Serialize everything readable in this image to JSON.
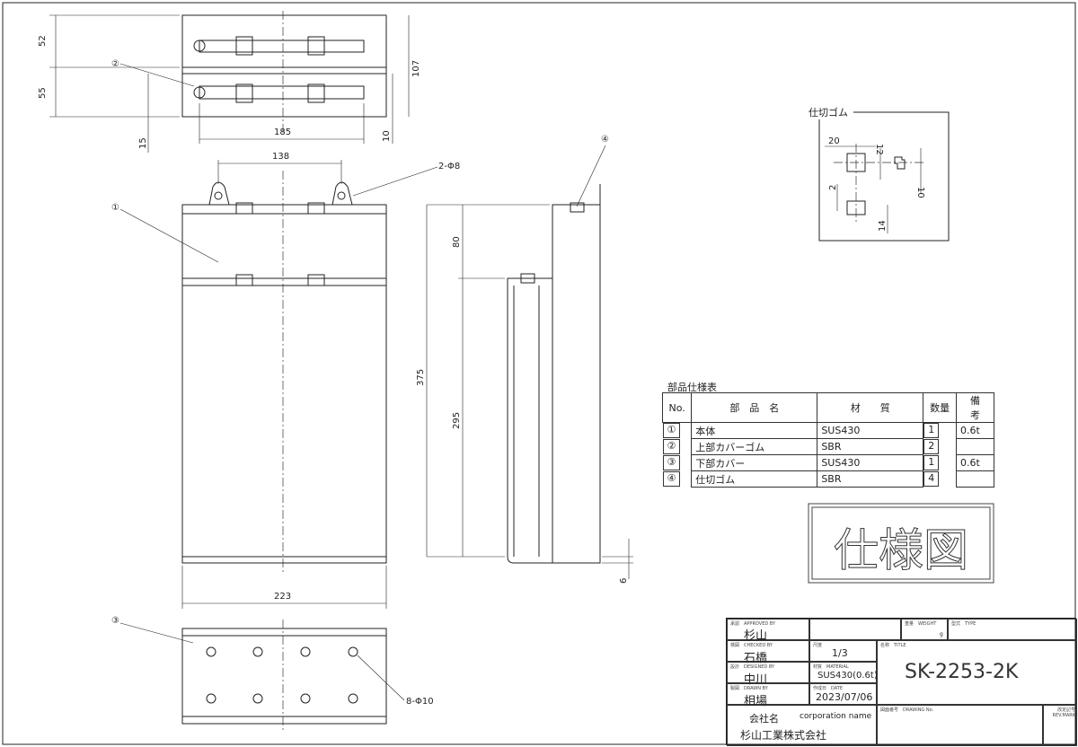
{
  "views": {
    "top": {
      "dims": {
        "d52": "52",
        "d55": "55",
        "d107": "107",
        "d15": "15",
        "d185": "185",
        "d10": "10"
      },
      "callout": "②"
    },
    "front": {
      "dims": {
        "d138": "138",
        "hole": "2-Φ8",
        "d223": "223"
      },
      "callout": "①"
    },
    "side": {
      "dims": {
        "d80": "80",
        "d375": "375",
        "d295": "295",
        "d6": "6"
      },
      "callout": "④"
    },
    "bottom": {
      "dims": {
        "holes": "8-Φ10"
      },
      "callout": "③"
    },
    "partition": {
      "title": "仕切ゴム",
      "dims": {
        "d20": "20",
        "d12": "12",
        "d10": "10",
        "d2": "2",
        "d14": "14"
      }
    }
  },
  "parts_table": {
    "title": "部品仕様表",
    "headers": [
      "No.",
      "部　品　名",
      "材　　質",
      "数量",
      "備　　考"
    ],
    "rows": [
      {
        "no": "①",
        "name": "本体",
        "material": "SUS430",
        "qty": "1",
        "note": "0.6t"
      },
      {
        "no": "②",
        "name": "上部カバーゴム",
        "material": "SBR",
        "qty": "2",
        "note": ""
      },
      {
        "no": "③",
        "name": "下部カバー",
        "material": "SUS430",
        "qty": "1",
        "note": "0.6t"
      },
      {
        "no": "④",
        "name": "仕切ゴム",
        "material": "SBR",
        "qty": "4",
        "note": ""
      }
    ]
  },
  "stamp": "仕様図",
  "title_block": {
    "approved_label": "承認　APPROVED BY",
    "approved": "杉山",
    "checked_label": "検図　CHECKED BY",
    "checked": "石橋",
    "designed_label": "設計　DESIGNED BY",
    "designed": "中川",
    "drawn_label": "製図　DRAWN BY",
    "drawn": "相場",
    "scale_label": "尺度",
    "scale": "1/3",
    "material_label": "材質　MATERIAL",
    "material": "SUS430(0.6t)",
    "date_label": "作成日　DATE",
    "date": "2023/07/06",
    "weight_label": "重量　WEIGHT",
    "weight_unit": "g",
    "type_label": "型式　TYPE",
    "title_label": "名称　TITLE",
    "title": "SK-2253-2K",
    "company_label": "会社名",
    "company_label_en": "corporation name",
    "company": "杉山工業株式会社",
    "drawing_no_label": "図面番号　DRAWING No.",
    "rev_label": "改定記号 REV.MARK"
  }
}
